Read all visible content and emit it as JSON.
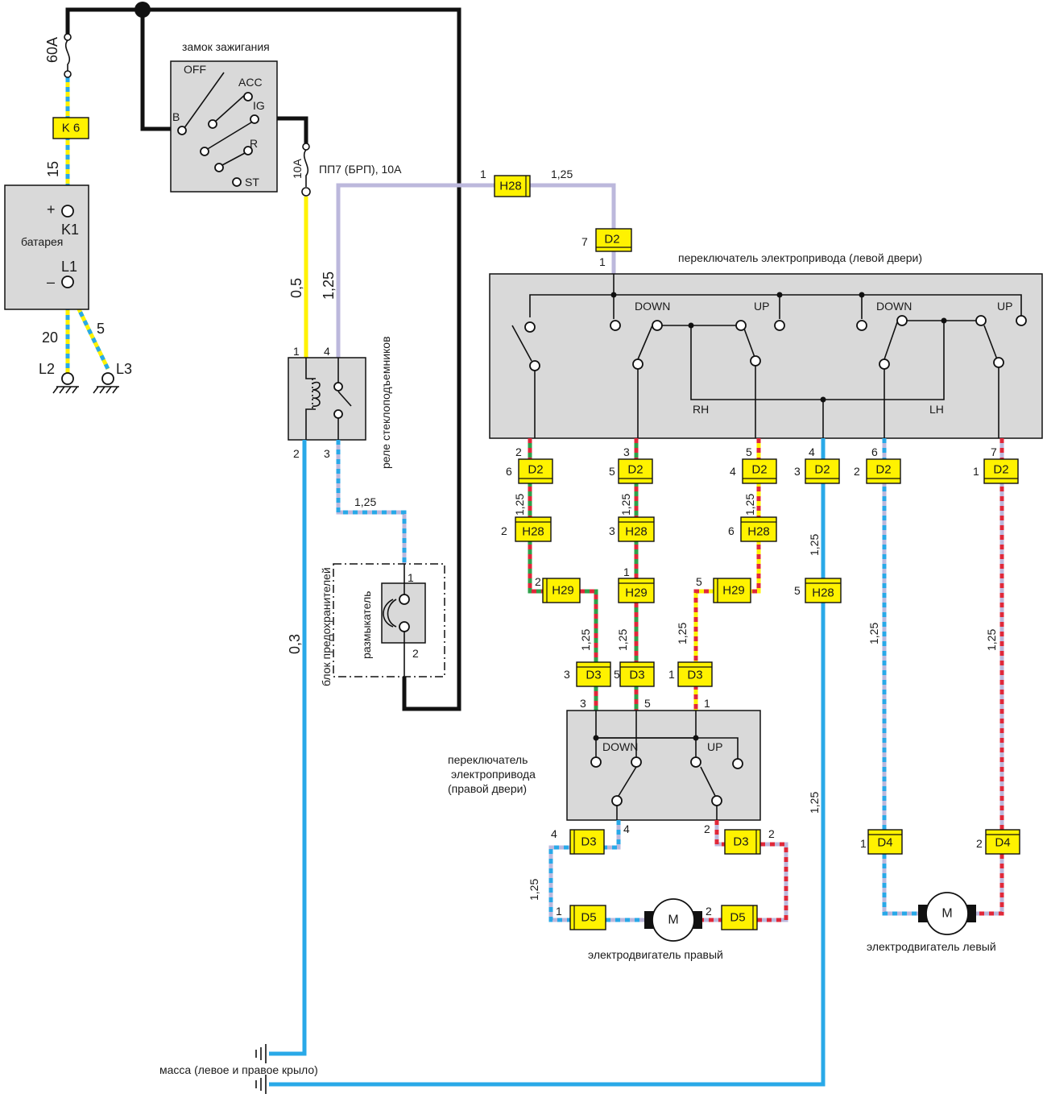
{
  "components": {
    "ignition_switch": {
      "title": "замок зажигания",
      "positions": [
        "OFF",
        "ACC",
        "IG",
        "R",
        "ST"
      ],
      "b_label": "B"
    },
    "battery": {
      "title": "батарея",
      "plus": "+",
      "minus": "–",
      "k1": "K1",
      "l1": "L1",
      "l2": "L2",
      "l3": "L3"
    },
    "fuse_main": "60A",
    "fuse_pp7": {
      "rating": "10A",
      "label": "ПП7 (БРП), 10A"
    },
    "relay": {
      "title": "реле стеклоподъемников",
      "pin1": "1",
      "pin4": "4",
      "pin2": "2",
      "pin3": "3"
    },
    "fuse_block": {
      "title": "блок предохранителей",
      "breaker": "размыкатель",
      "pin1": "1",
      "pin2": "2"
    },
    "left_switch": {
      "title": "переключатель электропривода (левой двери)",
      "down1": "DOWN",
      "up1": "UP",
      "down2": "DOWN",
      "up2": "UP",
      "rh": "RH",
      "lh": "LH"
    },
    "right_switch": {
      "title_1": "переключатель",
      "title_2": "электропривода",
      "title_3": "(правой двери)",
      "down": "DOWN",
      "up": "UP"
    },
    "motor_right": {
      "symbol": "M",
      "title": "электродвигатель правый"
    },
    "motor_left": {
      "symbol": "M",
      "title": "электродвигатель левый"
    },
    "ground": {
      "title": "масса (левое и правое крыло)"
    }
  },
  "connectors": {
    "k6": "K 6",
    "h28": "H28",
    "h29": "H29",
    "d2": "D2",
    "d3": "D3",
    "d4": "D4",
    "d5": "D5"
  },
  "wire_sizes": {
    "w15": "15",
    "w20": "20",
    "w5": "5",
    "w05": "0,5",
    "w125": "1,25",
    "w03": "0,3"
  },
  "pins": [
    "1",
    "2",
    "3",
    "4",
    "5",
    "6",
    "7"
  ],
  "colors": {
    "black": "#111111",
    "blue": "#29a9e8",
    "lilac": "#bcb8dc",
    "yellow": "#fff200",
    "green": "#2ea04a",
    "red": "#e0283a",
    "connector": "#fff200",
    "panel": "#d9d9d9"
  }
}
